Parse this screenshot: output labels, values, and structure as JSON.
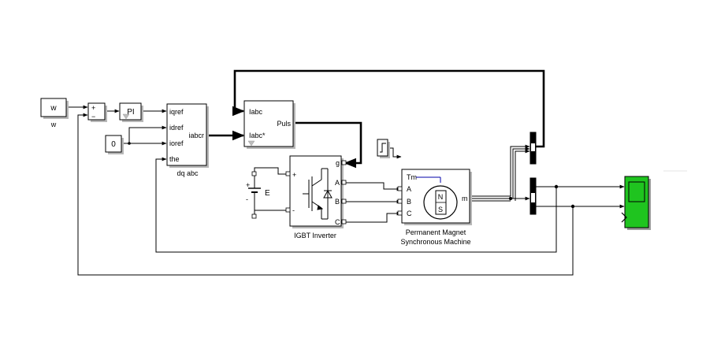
{
  "blocks": {
    "speed_ref": {
      "value": "w",
      "caption": "w"
    },
    "sum": {
      "plus": "+",
      "minus": "−"
    },
    "pi": {
      "label": "PI"
    },
    "zero_const": {
      "value": "0"
    },
    "dq_abc": {
      "inputs": [
        "iqref",
        "idref",
        "ioref",
        "the"
      ],
      "output": "iabcr",
      "caption": "dq abc"
    },
    "pwm": {
      "inputs": [
        "Iabc",
        "Iabc*"
      ],
      "output": "Puls"
    },
    "dc_source": {
      "label": "E",
      "plus": "+",
      "minus": "-"
    },
    "inverter": {
      "port_g": "g",
      "port_plus": "+",
      "port_minus": "-",
      "outputs": [
        "A",
        "B",
        "C"
      ],
      "caption": "IGBT Inverter"
    },
    "pmsm": {
      "inputs": [
        "Tm",
        "A",
        "B",
        "C"
      ],
      "output": "m",
      "rotor_n": "N",
      "rotor_s": "S",
      "caption_line1": "Permanent Magnet",
      "caption_line2": "Synchronous Machine"
    }
  },
  "colors": {
    "scope": "#1fc41f",
    "scope_screen": "#1fc41f",
    "pmsm_outline": "#0000aa",
    "canvas": "#ffffff",
    "wire": "#000000"
  }
}
